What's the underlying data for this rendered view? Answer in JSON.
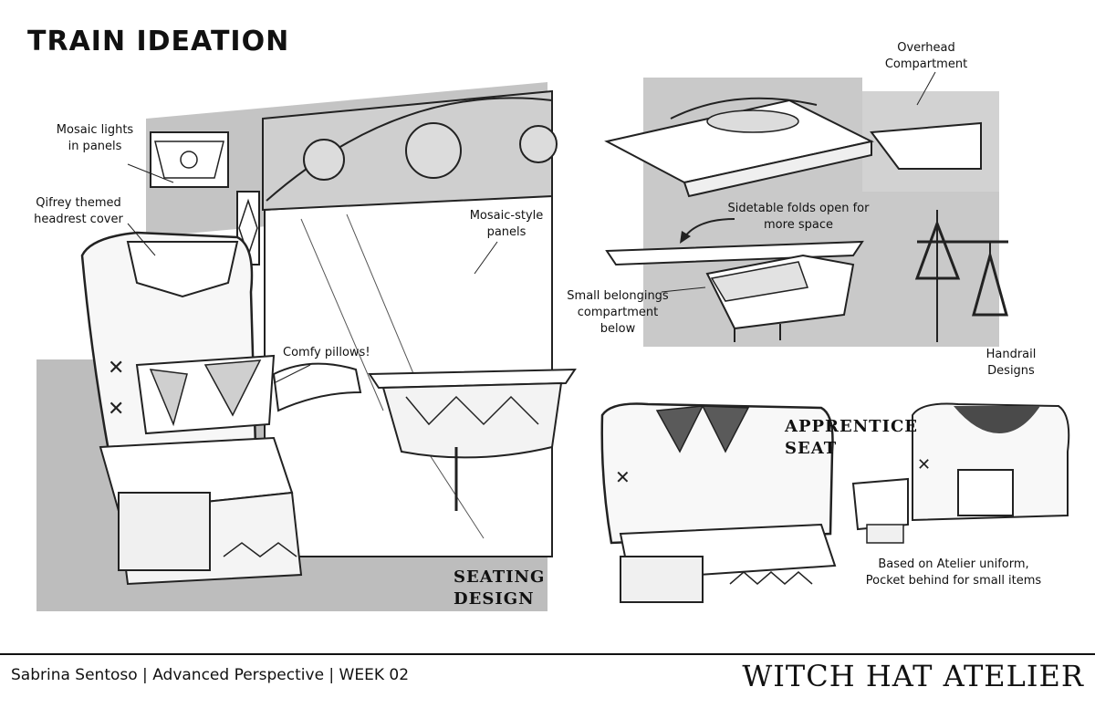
{
  "title": "TRAIN IDEATION",
  "annotations": {
    "mosaic_lights": [
      "Mosaic lights",
      "in panels"
    ],
    "qifrey_headrest": [
      "Qifrey themed",
      "headrest cover"
    ],
    "mosaic_panels": [
      "Mosaic-style",
      "panels"
    ],
    "comfy_pillows": "Comfy pillows!",
    "overhead": [
      "Overhead",
      "Compartment"
    ],
    "sidetable": [
      "Sidetable folds open for",
      "more space"
    ],
    "small_belongings": [
      "Small belongings",
      "compartment below"
    ],
    "handrail": [
      "Handrail",
      "Designs"
    ],
    "apprentice_uniform": [
      "Based on Atelier uniform,",
      "Pocket behind for small items"
    ]
  },
  "labels": {
    "seating_design": [
      "SEATING",
      "DESIGN"
    ],
    "apprentice_seat": [
      "APPRENTICE",
      "SEAT"
    ]
  },
  "footer": {
    "credit": "Sabrina Sentoso | Advanced Perspective | WEEK 02",
    "brand": "WITCH HAT ATELIER"
  },
  "colors": {
    "shade": "#b9b9b9",
    "light_shade": "#d0d0d0",
    "ink": "#222222"
  }
}
